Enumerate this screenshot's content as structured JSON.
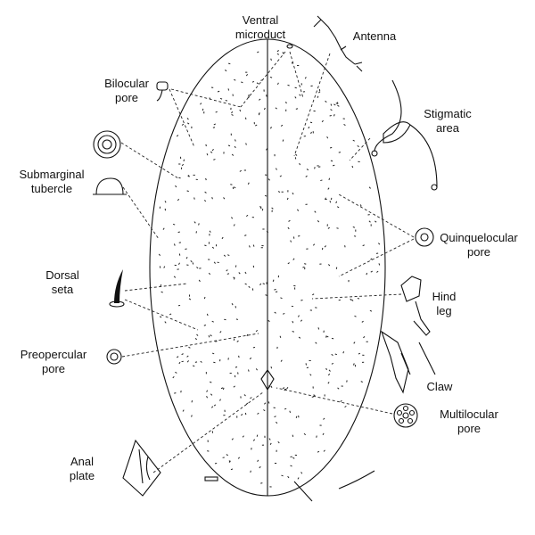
{
  "labels": {
    "ventral_microduct": [
      "Ventral",
      "microduct"
    ],
    "antenna": [
      "Antenna"
    ],
    "bilocular_pore": [
      "Bilocular",
      "pore"
    ],
    "stigmatic_area": [
      "Stigmatic",
      "area"
    ],
    "submarginal_tubercle": [
      "Submarginal",
      "tubercle"
    ],
    "quinquelocular_pore": [
      "Quinquelocular",
      "pore"
    ],
    "dorsal_seta": [
      "Dorsal",
      "seta"
    ],
    "hind_leg": [
      "Hind",
      "leg"
    ],
    "preopercular_pore": [
      "Preopercular",
      "pore"
    ],
    "claw": [
      "Claw"
    ],
    "multilocular_pore": [
      "Multilocular",
      "pore"
    ],
    "anal_plate": [
      "Anal",
      "plate"
    ]
  },
  "colors": {
    "ink": "#111111",
    "background": "#ffffff"
  }
}
